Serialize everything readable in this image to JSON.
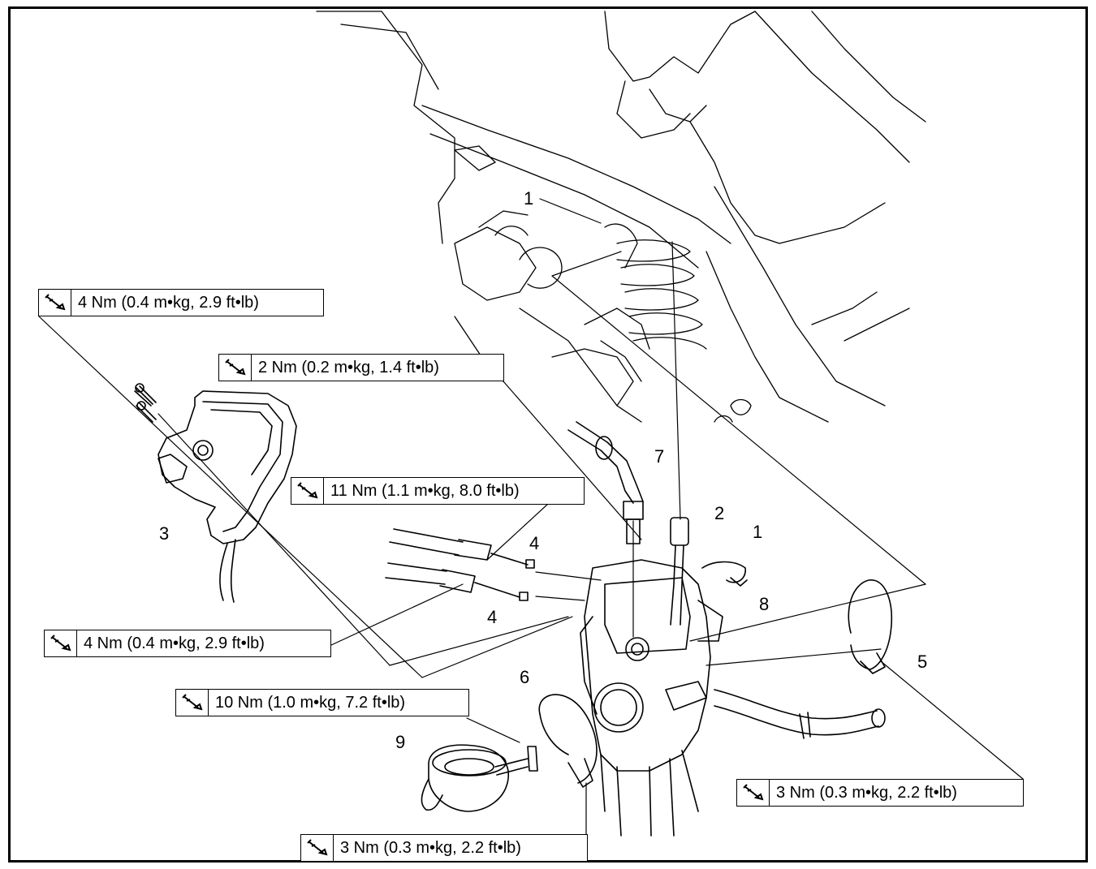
{
  "torque_specs": [
    {
      "id": "tq-a",
      "text": "4 Nm (0.4 m•kg, 2.9 ft•lb)"
    },
    {
      "id": "tq-b",
      "text": "2 Nm (0.2 m•kg, 1.4 ft•lb)"
    },
    {
      "id": "tq-c",
      "text": "11 Nm (1.1 m•kg, 8.0 ft•lb)"
    },
    {
      "id": "tq-d",
      "text": "4 Nm (0.4 m•kg, 2.9 ft•lb)"
    },
    {
      "id": "tq-e",
      "text": "10 Nm (1.0 m•kg, 7.2 ft•lb)"
    },
    {
      "id": "tq-f",
      "text": "3 Nm (0.3 m•kg, 2.2 ft•lb)"
    },
    {
      "id": "tq-g",
      "text": "3 Nm (0.3 m•kg, 2.2 ft•lb)"
    }
  ],
  "callouts": [
    "1",
    "1",
    "2",
    "3",
    "4",
    "4",
    "5",
    "6",
    "7",
    "8",
    "9"
  ],
  "icons": {
    "torque": "torque-wrench-icon"
  }
}
